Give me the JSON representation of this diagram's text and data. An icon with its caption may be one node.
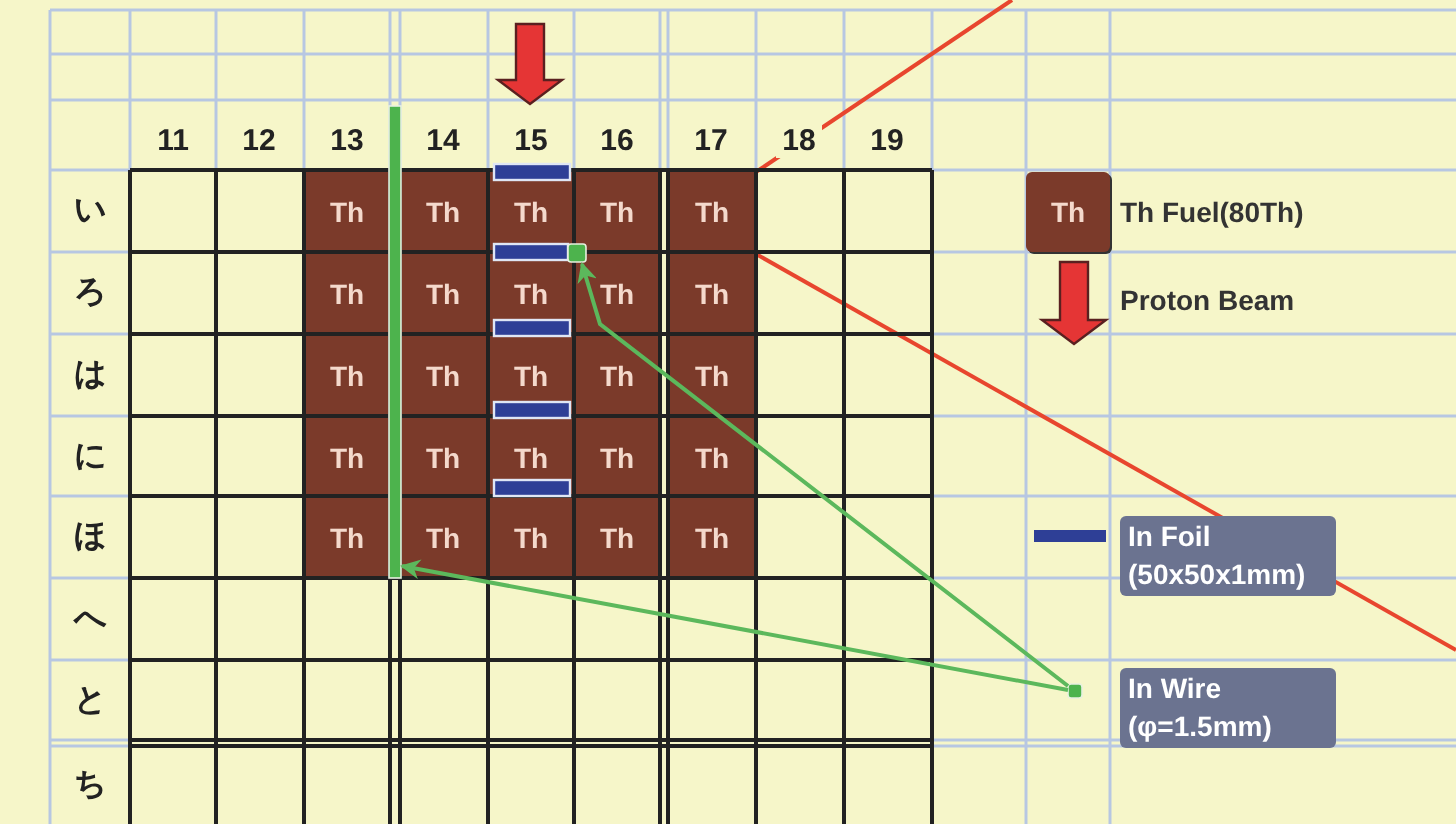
{
  "diagram": {
    "nodes": [
      {
        "text": [],
        "shape": "bar"
      },
      {
        "text": [],
        "shape": "box"
      },
      {
        "text": [],
        "shape": "box"
      }
    ],
    "edges": [
      {
        "from": 2,
        "to": 1,
        "arrow": "to"
      },
      {
        "from": 2,
        "to": 0,
        "arrow": "to"
      }
    ],
    "labels": [
      "11",
      "12",
      "13",
      "14",
      "15",
      "16",
      "17",
      "18",
      "19",
      "い",
      "Th",
      "Th",
      "Th",
      "Th",
      "Th",
      "ろ",
      "Th",
      "Th",
      "Th",
      "Th",
      "Th",
      "は",
      "Th",
      "Th",
      "Th",
      "Th",
      "Th",
      "に",
      "Th",
      "Th",
      "Th",
      "Th",
      "Th",
      "ほ",
      "Th",
      "Th",
      "Th",
      "Th",
      "Th",
      "へ",
      "と",
      "ち",
      "Th"
    ],
    "legend": [
      {
        "text": "Th Fuel(80Th)",
        "color": "#7b3a2a"
      },
      {
        "text": "Proton Beam"
      },
      {
        "text": "In Foil (50x50x1mm)",
        "color": "#2e3f96"
      },
      {
        "text": "In Wire (φ=1.5mm)"
      }
    ]
  }
}
